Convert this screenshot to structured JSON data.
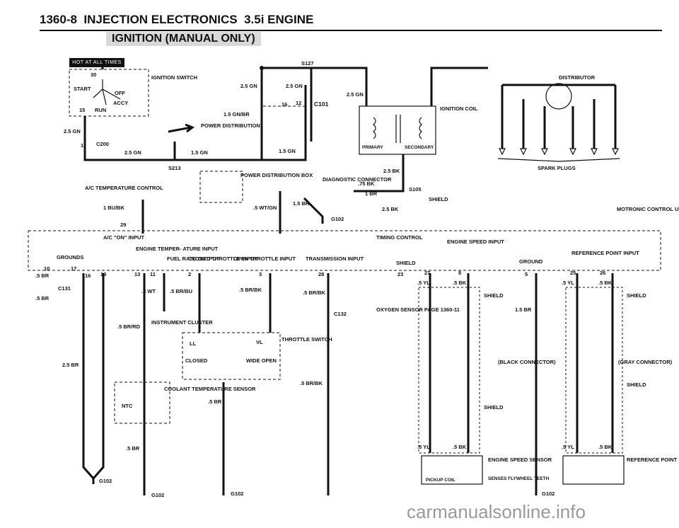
{
  "header": {
    "page": "1360-8",
    "section": "INJECTION ELECTRONICS",
    "engine": "3.5i ENGINE"
  },
  "banner": "IGNITION (MANUAL ONLY)",
  "hot_label": "HOT AT ALL TIMES",
  "labels": {
    "ignition_switch": "IGNITION SWITCH",
    "start": "START",
    "off": "OFF",
    "accy": "ACCY",
    "run": "RUN",
    "n30": "30",
    "n15": "15",
    "w_2_5gn": "2.5 GN",
    "w_1_5gnbr": "1.5 GN/BR",
    "w_1_5gn": "1.5 GN",
    "c200": "C200",
    "c101": "C101",
    "s127": "S127",
    "s213": "S213",
    "p16": "16",
    "p12": "12",
    "p1": "1",
    "power_distribution": "POWER DISTRIBUTION",
    "power_distribution_box": "POWER DISTRIBUTION BOX",
    "ignition_coil": "IGNITION COIL",
    "primary": "PRIMARY",
    "secondary": "SECONDARY",
    "distributor": "DISTRIBUTOR",
    "spark_plugs": "SPARK PLUGS",
    "w_2_5bk": "2.5 BK",
    "w_75bk": ".75 BK",
    "w_1br": "1 BR",
    "s105": "S105",
    "shield": "SHIELD",
    "diagnostic_connector": "DIAGNOSTIC CONNECTOR",
    "w_5wtgn": ".5 WT/GN",
    "w_1_5br": "1.5 BR",
    "g102": "G102",
    "ac_temp": "A/C TEMPERATURE CONTROL",
    "w_1bubk": "1 BU/BK",
    "p29": "29",
    "motronic": "MOTRONIC CONTROL UNIT",
    "ac_on": "A/C \"ON\" INPUT",
    "grounds": "GROUNDS",
    "engine_temp": "ENGINE TEMPER- ATURE INPUT",
    "fuel_rate": "FUEL RATE OUTPUT",
    "closed_throttle": "CLOSED THROTTLE INPUT",
    "open_throttle": "OPEN THROTTLE INPUT",
    "transmission": "TRANSMISSION INPUT",
    "timing_control": "TIMING CONTROL",
    "engine_speed": "ENGINE SPEED INPUT",
    "ground": "GROUND",
    "reference_point": "REFERENCE POINT INPUT",
    "oxygen": "OXYGEN SENSOR PAGE 1360-11",
    "c131": "C131",
    "c132": "C132",
    "instrument": "INSTRUMENT CLUSTER",
    "throttle_switch": "THROTTLE SWITCH",
    "closed": "CLOSED",
    "wide_open": "WIDE OPEN",
    "ll": "LL",
    "vl": "VL",
    "coolant": "COOLANT TEMPERATURE SENSOR",
    "ntc": "NTC",
    "black_conn": "(BLACK CONNECTOR)",
    "gray_conn": "(GRAY CONNECTOR)",
    "engine_speed_sensor": "ENGINE SPEED SENSOR",
    "senses": "SENSES FLYWHEEL TEETH",
    "pickup": "PICKUP COIL",
    "reference_sensor": "REFERENCE POINT SENSOR",
    "w_5br": ".5 BR",
    "w_2_5br": "2.5 BR",
    "w_2_5": "2.5",
    "w_br": "BR",
    "w_5wt": ".5 WT",
    "w_5brbu": ".5 BR/BU",
    "w_5brbk": ".5 BR/BK",
    "w_5brrd": ".5 BR/RD",
    "w_5yl": ".5 YL",
    "w_5bk": ".5 BK",
    "w_1_5br_b": "1.5 BR",
    "pin10": "10",
    "pin17": "17",
    "pin16": "16",
    "pin19": "19",
    "pin13": "13",
    "pin11": "11",
    "pin2": "2",
    "pin3": "3",
    "pin28": "28",
    "pin23": "23",
    "pin27": "27",
    "pin8": "8",
    "pin5": "5",
    "pin25": "25",
    "pin26": "26",
    "pin12": "12",
    "pin13b": "13"
  },
  "watermark": "carmanualsonline.info"
}
